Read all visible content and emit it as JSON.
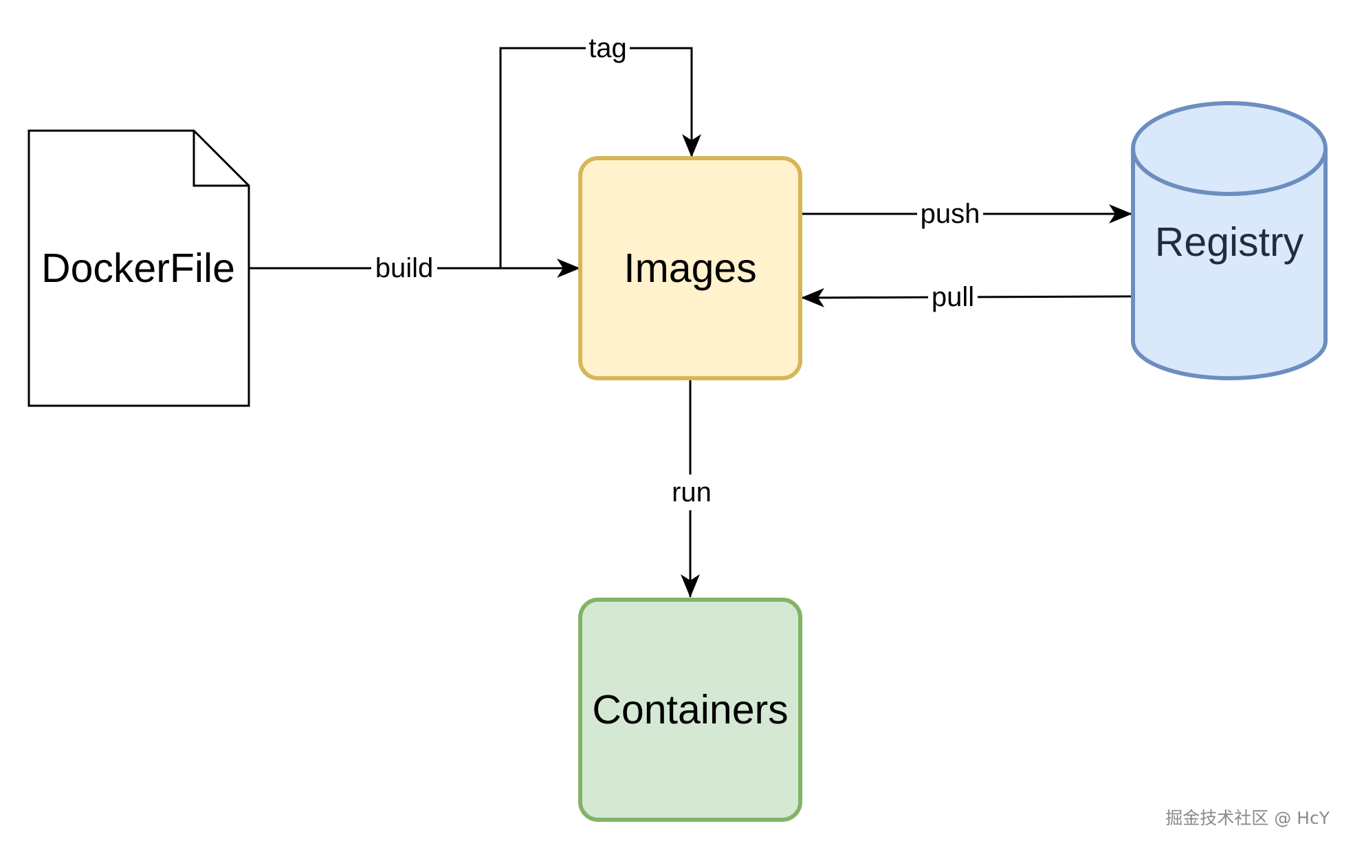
{
  "nodes": {
    "dockerfile": {
      "label": "DockerFile"
    },
    "images": {
      "label": "Images"
    },
    "registry": {
      "label": "Registry"
    },
    "containers": {
      "label": "Containers"
    }
  },
  "edges": {
    "build": "build",
    "tag": "tag",
    "push": "push",
    "pull": "pull",
    "run": "run"
  },
  "colors": {
    "images_fill": "#fff2cc",
    "images_stroke": "#d6b656",
    "registry_fill": "#dae8fc",
    "registry_stroke": "#6c8ebf",
    "registry_text": "#1f2d3d",
    "containers_fill": "#d5e8d4",
    "containers_stroke": "#82b366",
    "line": "#000000"
  },
  "watermark": "掘金技术社区 @ HcY"
}
